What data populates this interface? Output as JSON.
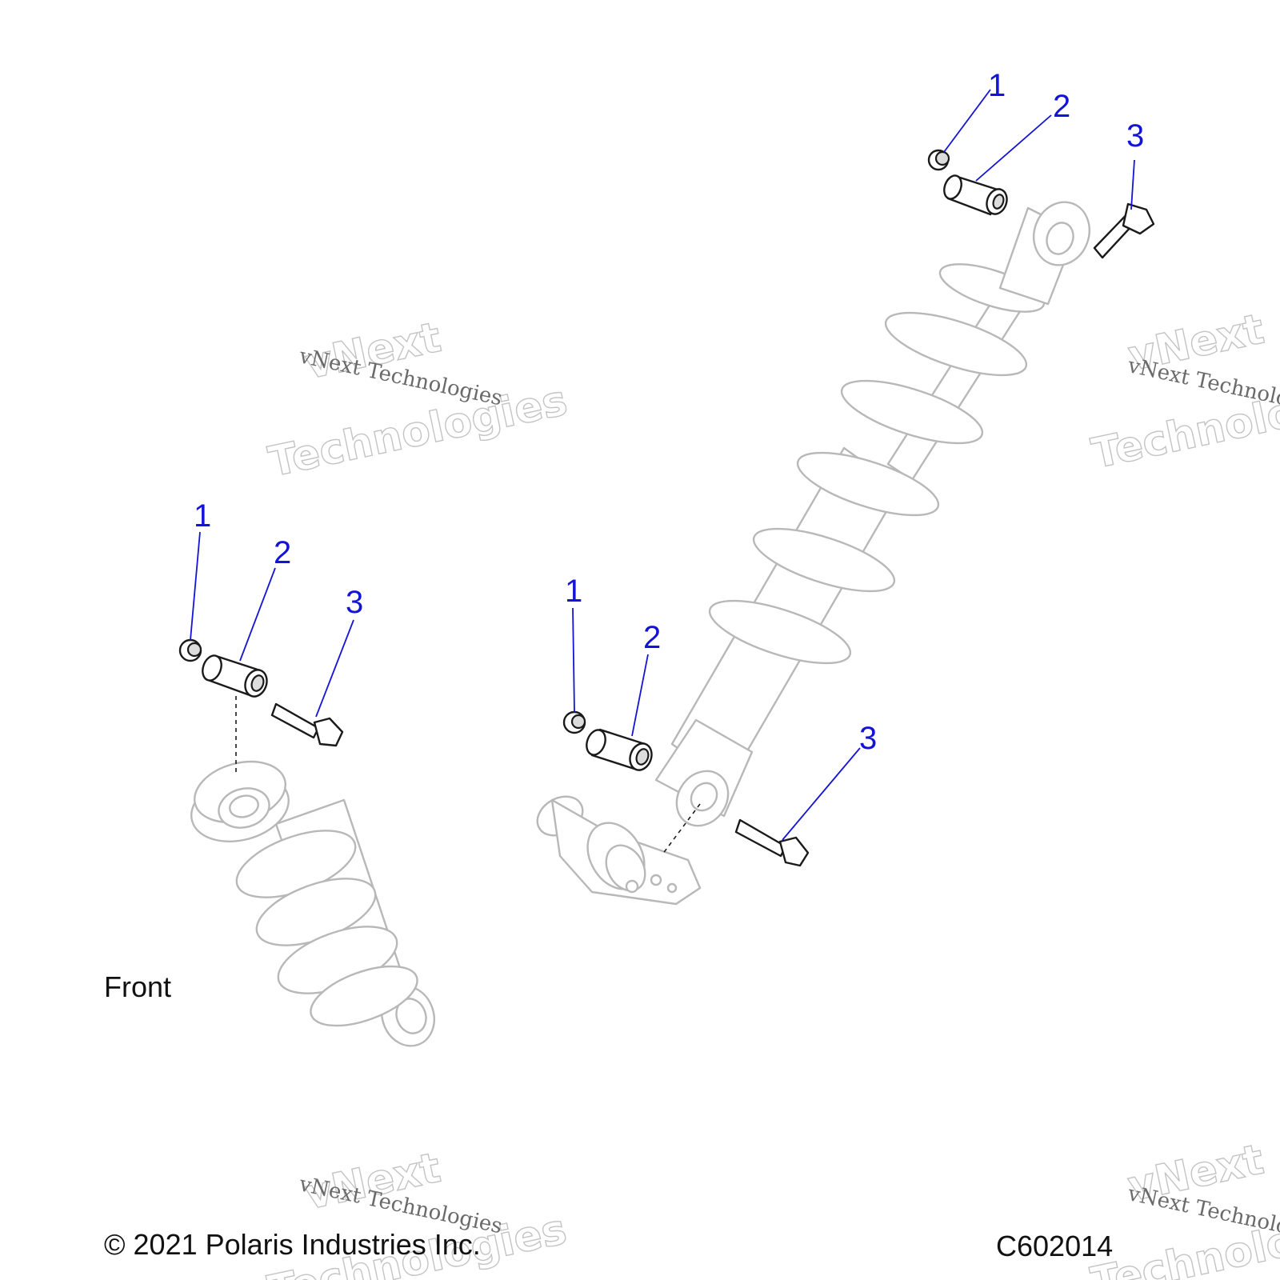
{
  "diagram": {
    "front_label": "Front",
    "copyright": "© 2021 Polaris Industries Inc.",
    "figure_code": "C602014",
    "watermark": {
      "line1": "vNext",
      "line2": "Technologies",
      "serif_line": "vNext Technologies"
    },
    "callouts": [
      {
        "group": "upper-right",
        "number": "1",
        "part": "nut"
      },
      {
        "group": "upper-right",
        "number": "2",
        "part": "bushing"
      },
      {
        "group": "upper-right",
        "number": "3",
        "part": "bolt"
      },
      {
        "group": "left",
        "number": "1",
        "part": "nut"
      },
      {
        "group": "left",
        "number": "2",
        "part": "bushing"
      },
      {
        "group": "left",
        "number": "3",
        "part": "bolt"
      },
      {
        "group": "center",
        "number": "1",
        "part": "nut"
      },
      {
        "group": "center",
        "number": "2",
        "part": "bushing"
      },
      {
        "group": "center",
        "number": "3",
        "part": "bolt"
      }
    ],
    "colors": {
      "callout": "#1414d8",
      "line_art": "#1a1a1a",
      "ghost_parts": "#b8b8b8"
    }
  }
}
